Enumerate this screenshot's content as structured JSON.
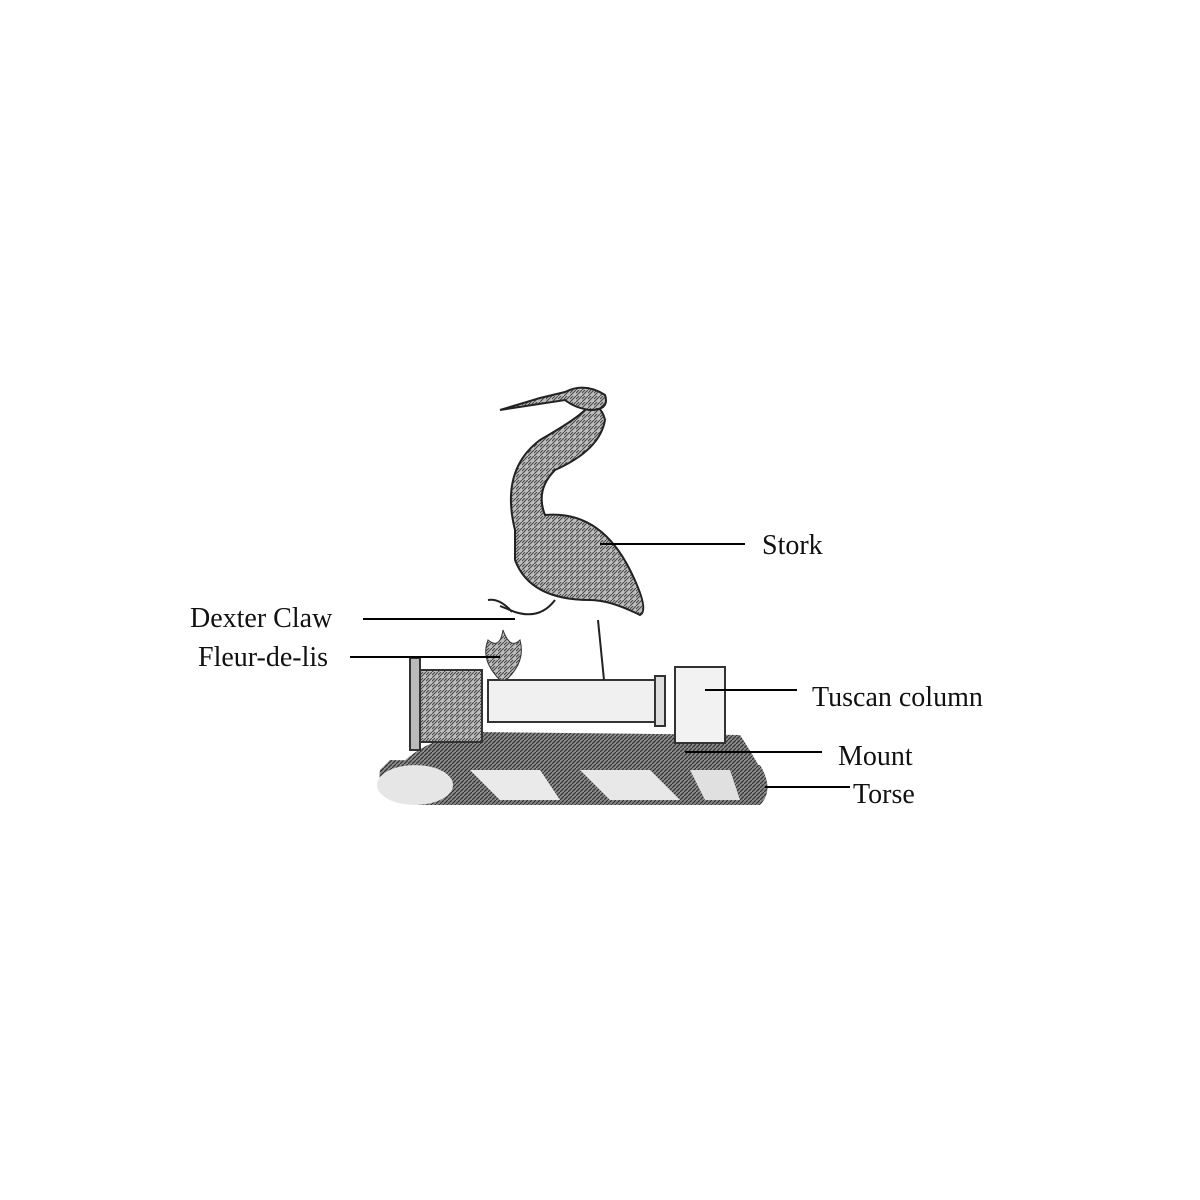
{
  "labels": {
    "stork": "Stork",
    "dexter_claw": "Dexter Claw",
    "fleur_de_lis": "Fleur-de-lis",
    "tuscan_column": "Tuscan column",
    "mount": "Mount",
    "torse": "Torse"
  },
  "colors": {
    "ink": "#2a2a2a",
    "line": "#000000",
    "light": "#e8e8e8"
  }
}
